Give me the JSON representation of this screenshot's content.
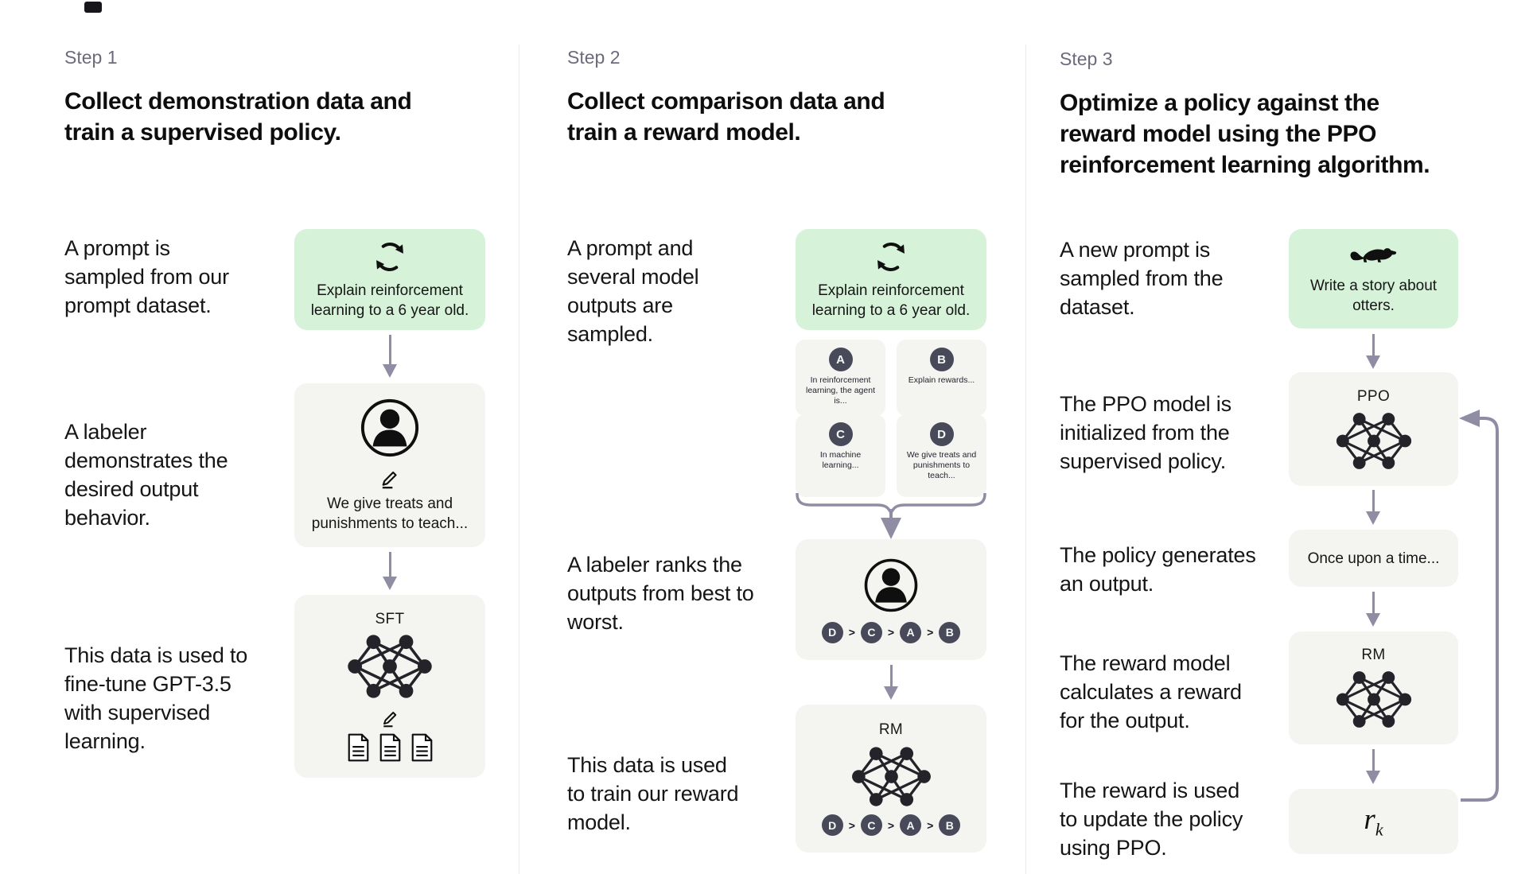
{
  "colors": {
    "prompt_green": "#d6f3da",
    "box_gray": "#f4f4f1",
    "badge_dark": "#484a59",
    "arrow_purple": "#8f8da3",
    "step_label_gray": "#6b6b7b",
    "text_dark": "#141414",
    "divider_gray": "#ececec"
  },
  "icons": {
    "prompt_refresh": "cycle-icon",
    "labeler": "person-icon",
    "annotation": "pencil-icon",
    "model": "neural-network-icon",
    "data_docs": "document-icon",
    "otter_prompt": "otter-icon"
  },
  "separator": ">",
  "step1": {
    "label": "Step 1",
    "title": "Collect demonstration data and train a supervised policy.",
    "caption1": "A prompt is sampled from our prompt dataset.",
    "caption2": "A labeler demonstrates the desired output behavior.",
    "caption3": "This data is used to fine-tune GPT-3.5 with supervised learning.",
    "prompt_text": "Explain reinforcement learning to a 6 year old.",
    "labeler_text": "We give treats and punishments to teach...",
    "model_label": "SFT"
  },
  "step2": {
    "label": "Step 2",
    "title": "Collect comparison data and train a reward model.",
    "caption1": "A prompt and several model outputs are sampled.",
    "caption2": "A labeler ranks the outputs from best to worst.",
    "caption3": "This data is used to train our reward model.",
    "prompt_text": "Explain reinforcement learning to a 6 year old.",
    "answers": [
      {
        "id": "A",
        "text": "In reinforcement learning, the agent is..."
      },
      {
        "id": "B",
        "text": "Explain rewards..."
      },
      {
        "id": "C",
        "text": "In machine learning..."
      },
      {
        "id": "D",
        "text": "We give treats and punishments to teach..."
      }
    ],
    "ranking": [
      "D",
      "C",
      "A",
      "B"
    ],
    "model_label": "RM"
  },
  "step3": {
    "label": "Step 3",
    "title": "Optimize a policy against the reward model using the PPO reinforcement learning algorithm.",
    "caption1": "A new prompt is sampled from the dataset.",
    "caption2": "The PPO model is initialized from the supervised policy.",
    "caption3": "The policy generates an output.",
    "caption4": "The reward model calculates a reward for the output.",
    "caption5": "The reward is used to update the policy using PPO.",
    "prompt_text": "Write a story about otters.",
    "ppo_label": "PPO",
    "output_text": "Once upon a time...",
    "rm_label": "RM",
    "reward_symbol": "r",
    "reward_subscript": "k"
  }
}
